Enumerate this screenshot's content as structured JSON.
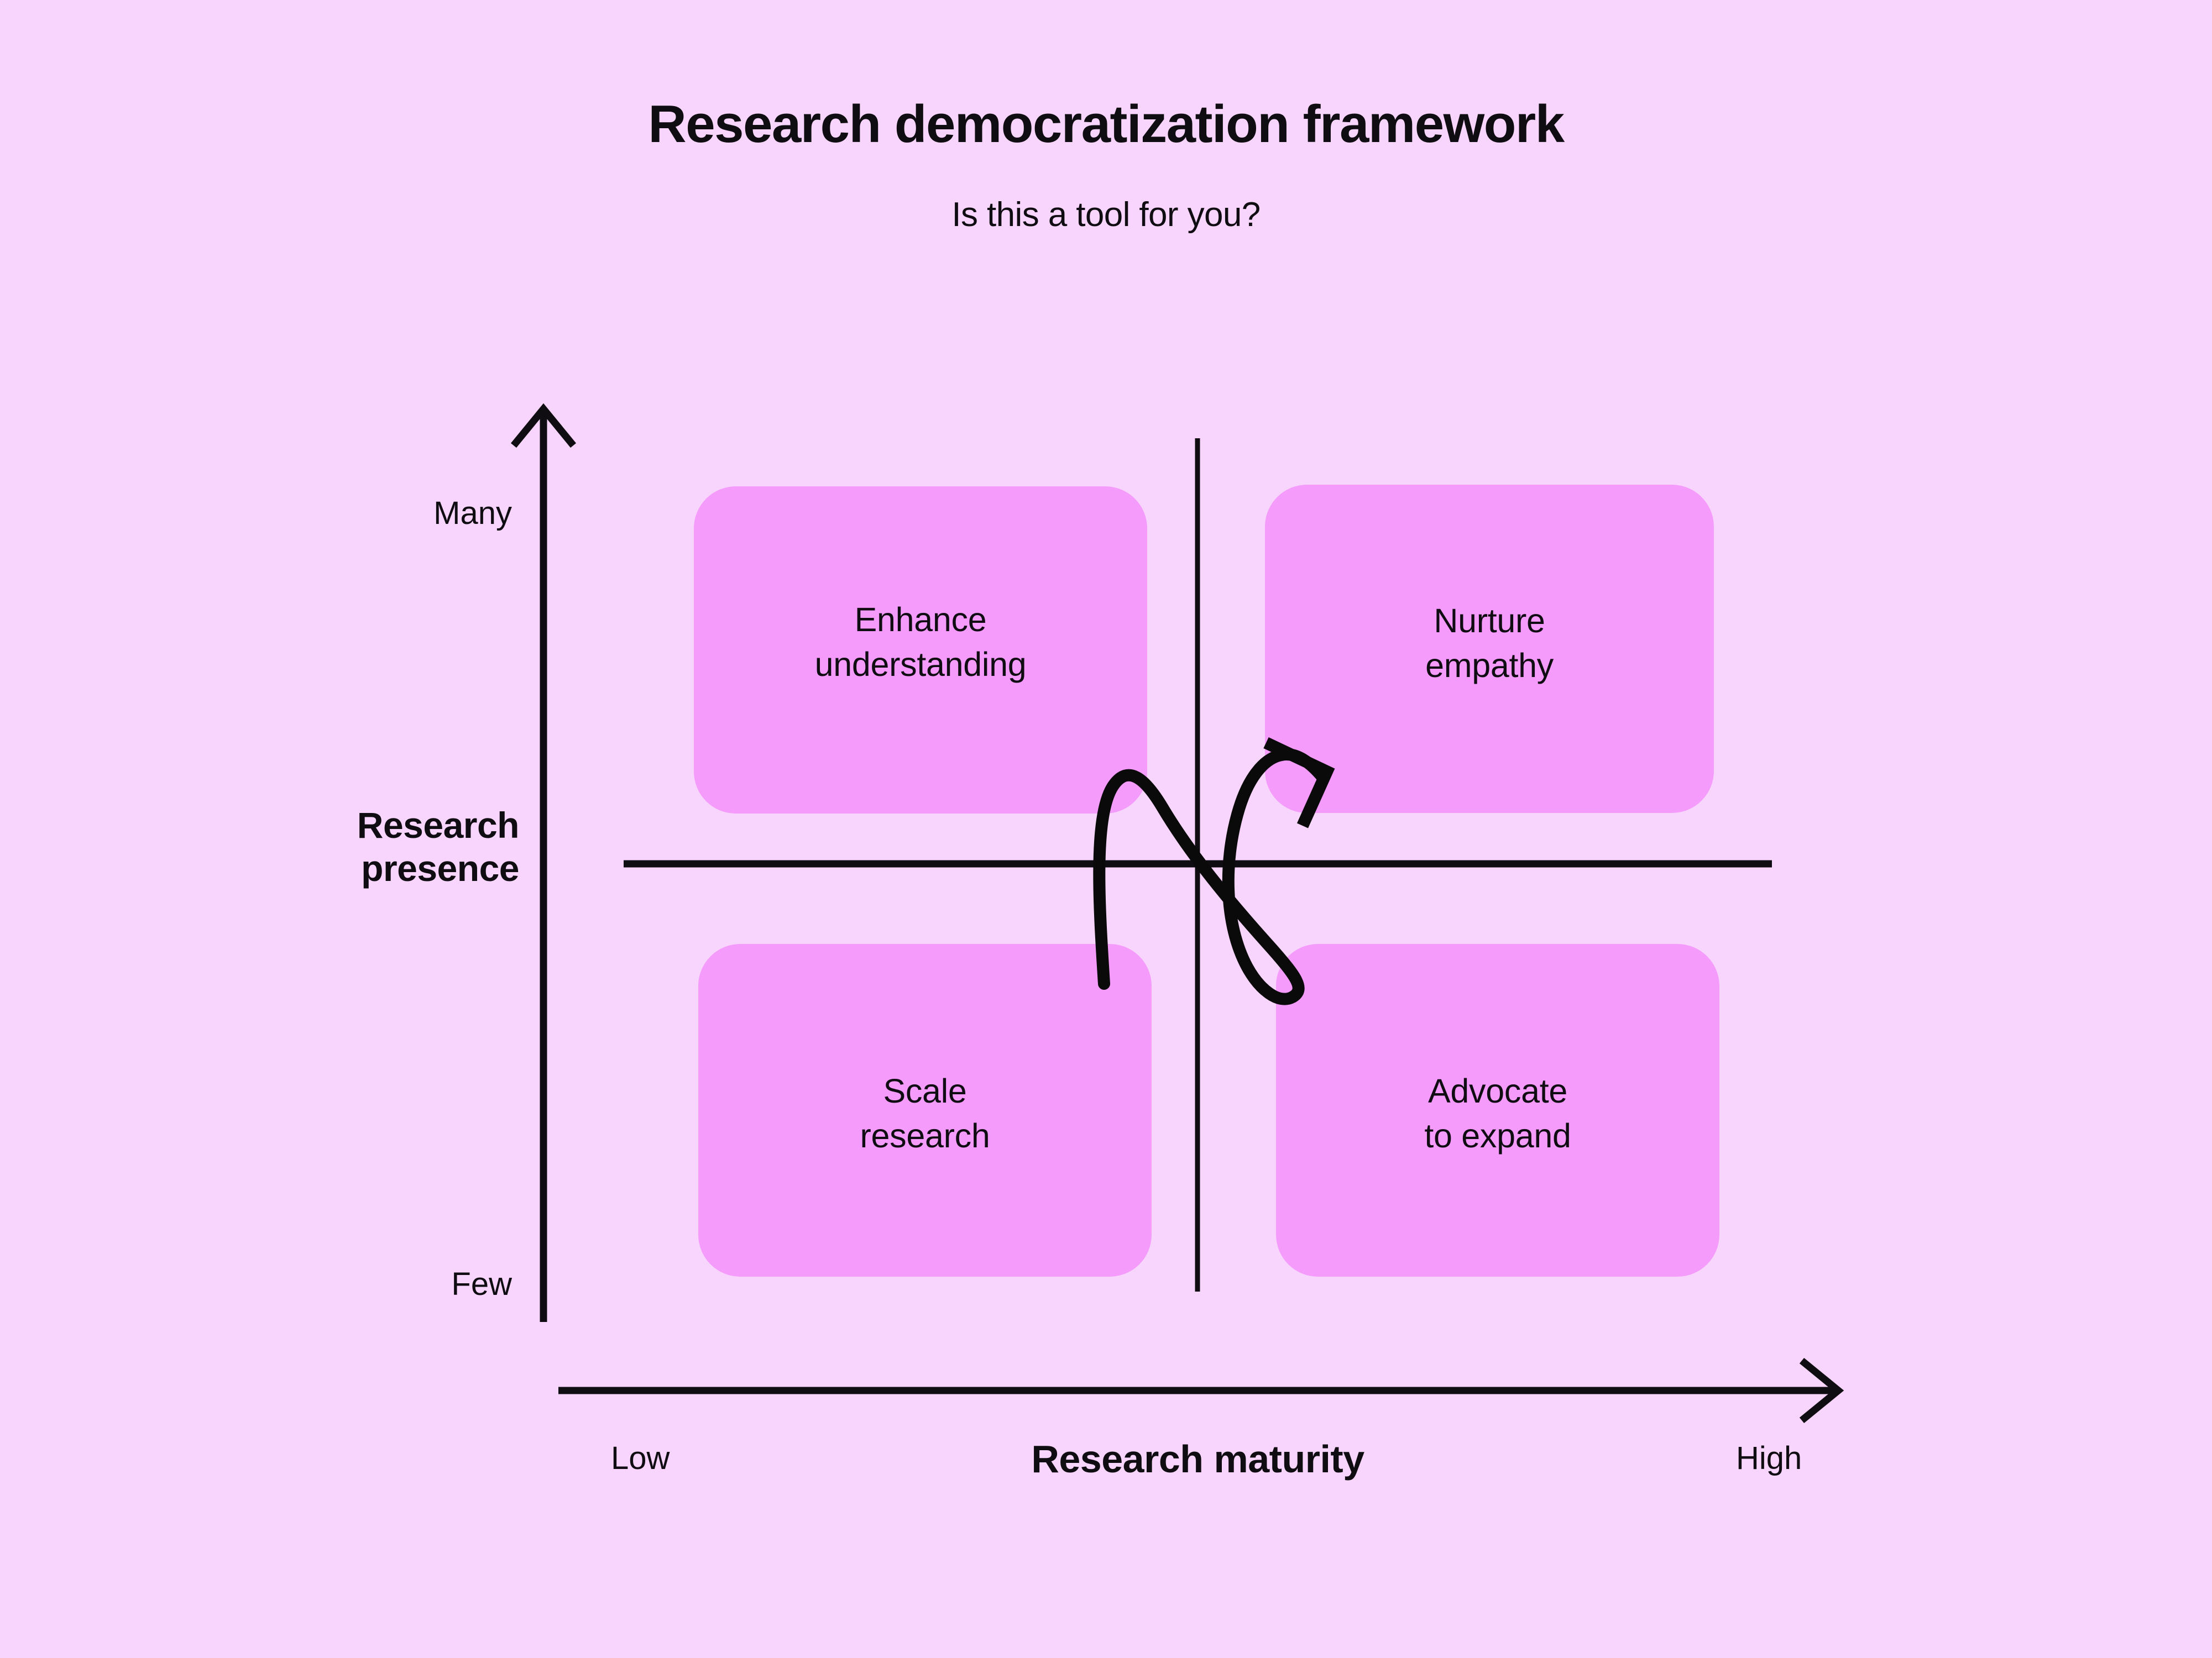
{
  "header": {
    "title": "Research democratization framework",
    "subtitle": "Is this a tool for you?"
  },
  "axes": {
    "y": {
      "label": "Research\npresence",
      "high_tick": "Many",
      "low_tick": "Few"
    },
    "x": {
      "label": "Research maturity",
      "low_tick": "Low",
      "high_tick": "High"
    }
  },
  "quadrants": [
    {
      "id": "top-left",
      "label": "Enhance\nunderstanding",
      "x": "low",
      "y": "many"
    },
    {
      "id": "top-right",
      "label": "Nurture\nempathy",
      "x": "high",
      "y": "many"
    },
    {
      "id": "bottom-left",
      "label": "Scale\nresearch",
      "x": "low",
      "y": "few"
    },
    {
      "id": "bottom-right",
      "label": "Advocate\nto expand",
      "x": "high",
      "y": "few"
    }
  ],
  "annotation": {
    "journey_arrow": "hand-drawn squiggle rising from bottom-left toward top-right"
  },
  "colors": {
    "background": "#F8D5FC",
    "card": "#F49BFC",
    "ink": "#100D12"
  },
  "chart_data": {
    "type": "scatter",
    "title": "Research democratization framework",
    "subtitle": "Is this a tool for you?",
    "xlabel": "Research maturity",
    "ylabel": "Research presence",
    "xticklabels": [
      "Low",
      "High"
    ],
    "yticklabels": [
      "Few",
      "Many"
    ],
    "grid": false,
    "legend": "none",
    "quadrant_labels": {
      "low_x_many_y": "Enhance understanding",
      "high_x_many_y": "Nurture empathy",
      "low_x_few_y": "Scale research",
      "high_x_few_y": "Advocate to expand"
    },
    "annotations": [
      {
        "kind": "arrow",
        "note": "hand-drawn path from low maturity / few presence up to high maturity / many presence"
      }
    ]
  }
}
